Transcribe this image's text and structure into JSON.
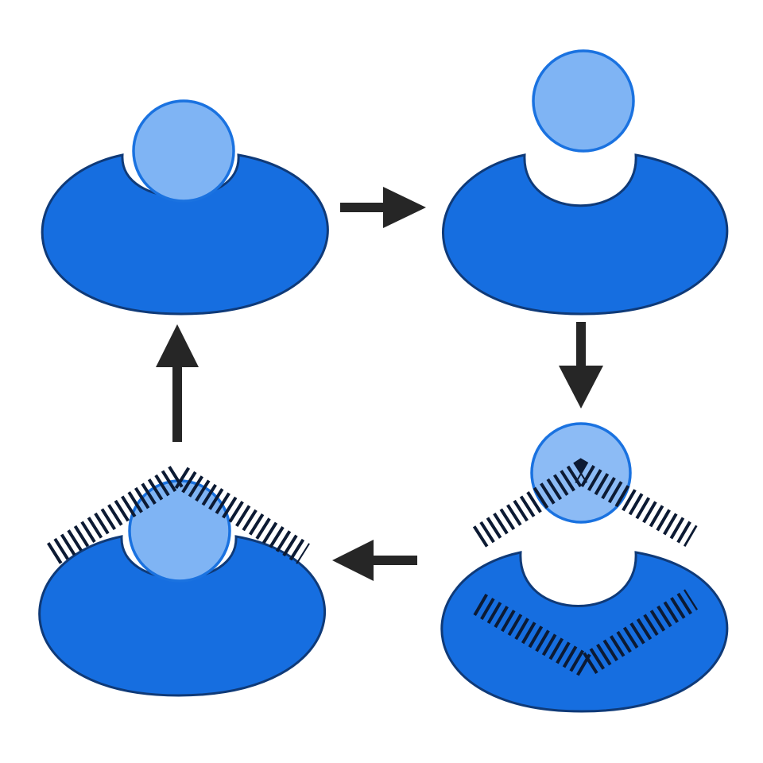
{
  "colors": {
    "background": "#ffffff",
    "body_fill": "#166ee0",
    "body_stroke": "#0f3a78",
    "ball_fill": "#7fb4f4",
    "ball_stroke": "#1a72e0",
    "arrow": "#262626",
    "hatch": "#0c1a33"
  },
  "stages": [
    {
      "name": "stage-bound",
      "ball_state": "seated",
      "hatch": "none"
    },
    {
      "name": "stage-released",
      "ball_state": "lifted",
      "hatch": "none"
    },
    {
      "name": "stage-bending",
      "ball_state": "hovering",
      "hatch": "split"
    },
    {
      "name": "stage-rebound",
      "ball_state": "seated",
      "hatch": "over-ball"
    }
  ],
  "arrows": [
    {
      "name": "arrow-right",
      "direction": "right"
    },
    {
      "name": "arrow-down",
      "direction": "down"
    },
    {
      "name": "arrow-left",
      "direction": "left"
    },
    {
      "name": "arrow-up",
      "direction": "up"
    }
  ]
}
